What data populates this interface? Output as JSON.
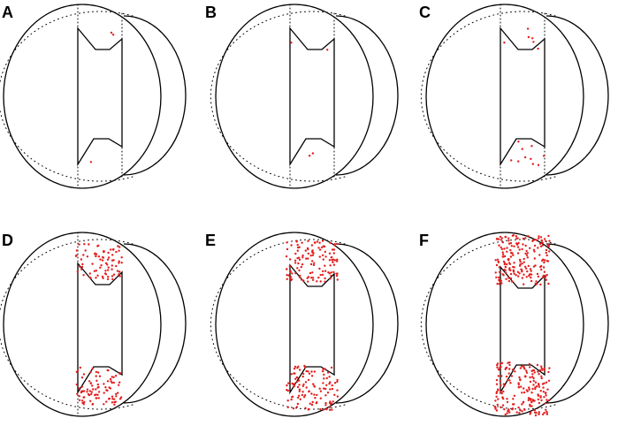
{
  "figure": {
    "panels": [
      {
        "id": "panel-a",
        "label": "A",
        "density": 3
      },
      {
        "id": "panel-b",
        "label": "B",
        "density": 4
      },
      {
        "id": "panel-c",
        "label": "C",
        "density": 16
      },
      {
        "id": "panel-d",
        "label": "D",
        "density": 170
      },
      {
        "id": "panel-e",
        "label": "E",
        "density": 240
      },
      {
        "id": "panel-f",
        "label": "F",
        "density": 380
      }
    ],
    "colors": {
      "outline": "#000000",
      "particles": "#e41e1e",
      "background": "#ffffff"
    }
  }
}
